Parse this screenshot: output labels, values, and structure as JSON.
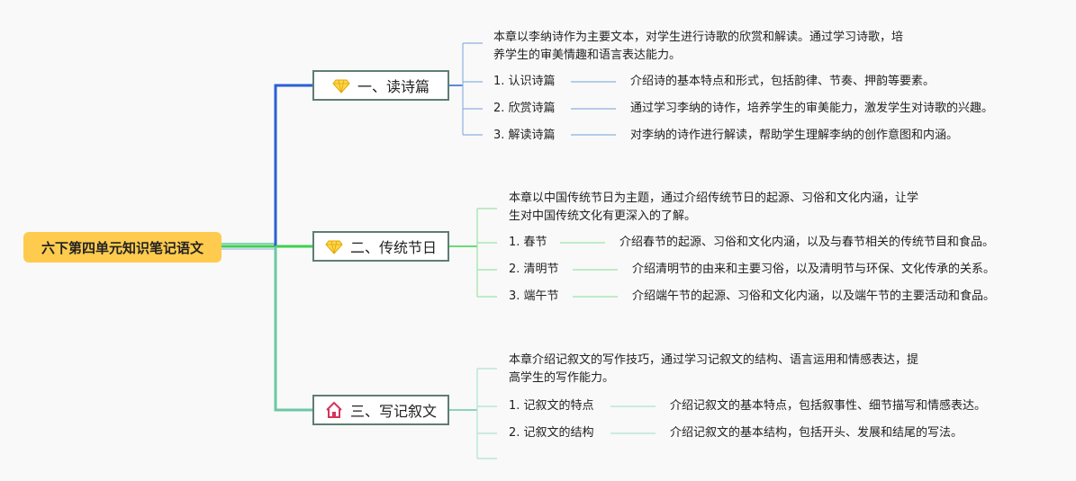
{
  "root": {
    "title": "六下第四单元知识笔记语文"
  },
  "colors": {
    "branch1": "#2a5fd6",
    "branch2": "#3fcf4f",
    "branch3": "#6bc8a6",
    "root": "#ffcb4e"
  },
  "branches": [
    {
      "title": "一、读诗篇",
      "icon": "diamond-icon",
      "desc": [
        "本章以李纳诗作为主要文本，对学生进行诗歌的欣赏和解读。通过学习诗歌，培",
        "养学生的审美情趣和语言表达能力。"
      ],
      "items": [
        {
          "label": "1. 认识诗篇",
          "text": "介绍诗的基本特点和形式，包括韵律、节奏、押韵等要素。"
        },
        {
          "label": "2. 欣赏诗篇",
          "text": "通过学习李纳的诗作，培养学生的审美能力，激发学生对诗歌的兴趣。"
        },
        {
          "label": "3. 解读诗篇",
          "text": "对李纳的诗作进行解读，帮助学生理解李纳的创作意图和内涵。"
        }
      ]
    },
    {
      "title": "二、传统节日",
      "icon": "diamond-icon",
      "desc": [
        "本章以中国传统节日为主题，通过介绍传统节日的起源、习俗和文化内涵，让学",
        "生对中国传统文化有更深入的了解。"
      ],
      "items": [
        {
          "label": "1. 春节",
          "text": "介绍春节的起源、习俗和文化内涵，以及与春节相关的传统节目和食品。"
        },
        {
          "label": "2. 清明节",
          "text": "介绍清明节的由来和主要习俗，以及清明节与环保、文化传承的关系。"
        },
        {
          "label": "3. 端午节",
          "text": "介绍端午节的起源、习俗和文化内涵，以及端午节的主要活动和食品。"
        }
      ]
    },
    {
      "title": "三、写记叙文",
      "icon": "house-icon",
      "desc": [
        "本章介绍记叙文的写作技巧，通过学习记叙文的结构、语言运用和情感表达，提",
        "高学生的写作能力。"
      ],
      "items": [
        {
          "label": "1. 记叙文的特点",
          "text": "介绍记叙文的基本特点，包括叙事性、细节描写和情感表达。"
        },
        {
          "label": "2. 记叙文的结构",
          "text": "介绍记叙文的基本结构，包括开头、发展和结尾的写法。"
        }
      ]
    }
  ]
}
